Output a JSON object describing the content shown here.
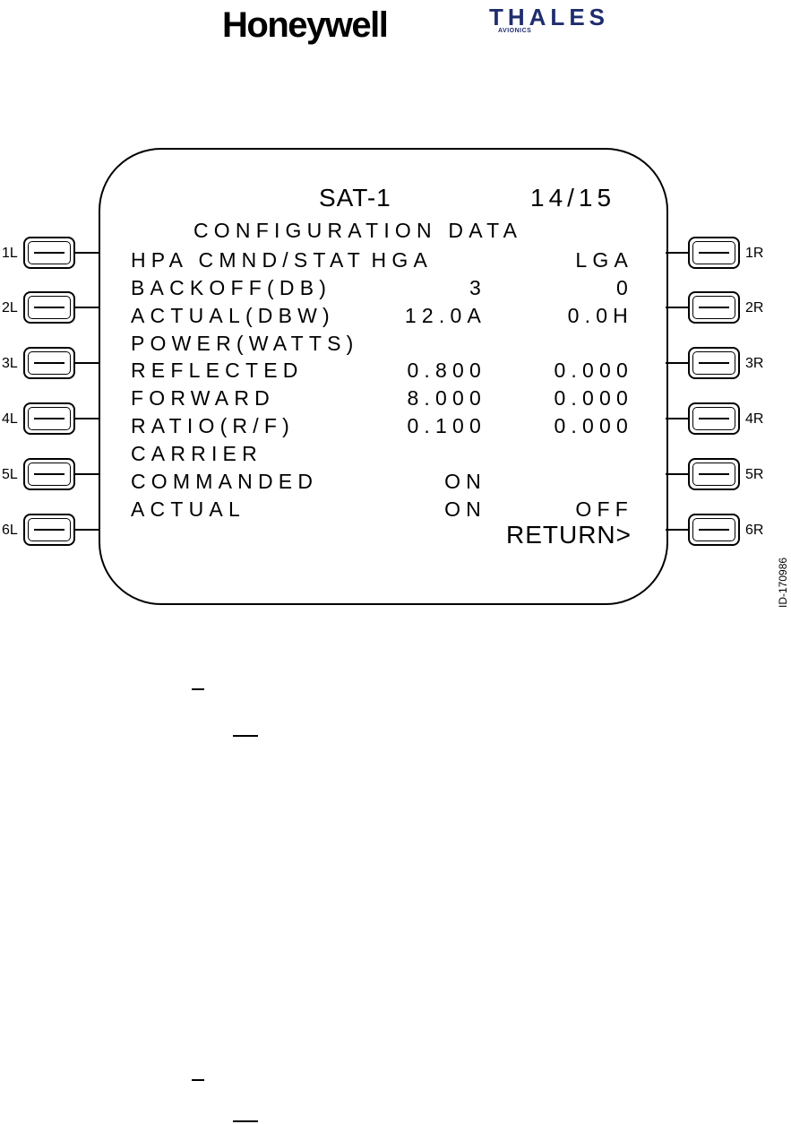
{
  "logos": {
    "honeywell": "Honeywell",
    "thales": "THALES",
    "avionics": "AVIONICS"
  },
  "screen": {
    "title": "SAT-1",
    "page": "14/15",
    "subtitle": "CONFIGURATION DATA",
    "rows": [
      {
        "label": "HPA CMND/STAT",
        "col1": "HGA",
        "col2": "LGA"
      },
      {
        "label": "BACKOFF(DB)",
        "col1": "3",
        "col2": "0"
      },
      {
        "label": "ACTUAL(DBW)",
        "col1": "12.0A",
        "col2": "0.0H"
      },
      {
        "label": "POWER(WATTS)",
        "col1": "",
        "col2": ""
      },
      {
        "label": "REFLECTED",
        "col1": "0.800",
        "col2": "0.000"
      },
      {
        "label": "FORWARD",
        "col1": "8.000",
        "col2": "0.000"
      },
      {
        "label": "RATIO(R/F)",
        "col1": "0.100",
        "col2": "0.000"
      },
      {
        "label": "CARRIER",
        "col1": "",
        "col2": ""
      },
      {
        "label": "COMMANDED",
        "col1": "ON",
        "col2": ""
      },
      {
        "label": "ACTUAL",
        "col1": "ON",
        "col2": "OFF"
      }
    ],
    "return_label": "RETURN>"
  },
  "lsk_left": [
    "1L",
    "2L",
    "3L",
    "4L",
    "5L",
    "6L"
  ],
  "lsk_right": [
    "1R",
    "2R",
    "3R",
    "4R",
    "5R",
    "6R"
  ],
  "figure_id": "ID-170986"
}
